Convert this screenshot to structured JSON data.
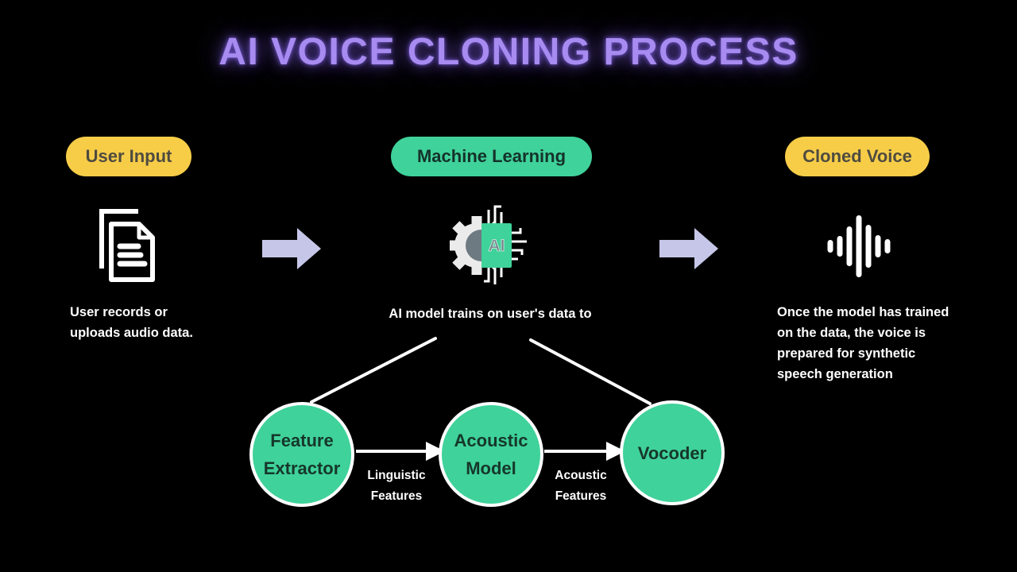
{
  "title": "AI VOICE CLONING PROCESS",
  "colors": {
    "background": "#000000",
    "title_purple": "#A78BF0",
    "title_glow": "#8161E6",
    "yellow_pill": "#F7CD48",
    "green": "#3FD29A",
    "block_arrow_lavender": "#C6C7E8",
    "pill_text_dark": "#4E4B40",
    "node_text_dark": "#16372B",
    "connector_white": "#FFFFFF"
  },
  "stages": [
    {
      "label": "User Input",
      "icon": "document-icon",
      "description_lines": [
        "User records or",
        "uploads audio data."
      ]
    },
    {
      "label": "Machine Learning",
      "icon": "ai-chip-icon",
      "description_lines": [
        "AI model trains on user's data to"
      ]
    },
    {
      "label": "Cloned Voice",
      "icon": "voice-waveform-icon",
      "description_lines": [
        "Once the model has trained",
        "on the data, the voice is",
        "prepared for synthetic",
        "speech generation"
      ]
    }
  ],
  "ai_chip_label": "AI",
  "pipeline": {
    "nodes": [
      {
        "label": "Feature Extractor",
        "lines": [
          "Feature",
          "Extractor"
        ]
      },
      {
        "label": "Acoustic Model",
        "lines": [
          "Acoustic",
          "Model"
        ]
      },
      {
        "label": "Vocoder",
        "lines": [
          "Vocoder"
        ]
      }
    ],
    "edges": [
      {
        "label": "Linguistic Features",
        "lines": [
          "Linguistic",
          "Features"
        ]
      },
      {
        "label": "Acoustic Features",
        "lines": [
          "Acoustic",
          "Features"
        ]
      }
    ]
  }
}
